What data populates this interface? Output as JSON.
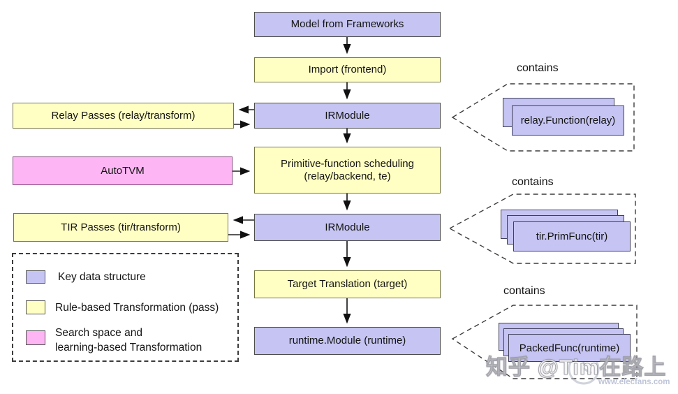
{
  "colors": {
    "key_data_structure": "#c5c4f2",
    "rule_based_pass": "#ffffc3",
    "search_based": "#fdb6f3",
    "arrow": "#111111",
    "dashed_outline": "#3c3c3c"
  },
  "flow": {
    "model": "Model from Frameworks",
    "import": "Import (frontend)",
    "irmodule1": "IRModule",
    "sched_line1": "Primitive-function scheduling",
    "sched_line2": "(relay/backend, te)",
    "irmodule2": "IRModule",
    "target": "Target Translation (target)",
    "runtime": "runtime.Module (runtime)"
  },
  "side": {
    "relay_passes": "Relay Passes (relay/transform)",
    "autotvm": "AutoTVM",
    "tir_passes": "TIR Passes (tir/transform)"
  },
  "legend": {
    "key_data": "Key data structure",
    "rule_pass": "Rule-based Transformation (pass)",
    "search_line1": "Search space and",
    "search_line2": "learning-based Transformation"
  },
  "callouts": {
    "contains1": "contains",
    "contains2": "contains",
    "contains3": "contains",
    "relay_fn": "relay.Function(relay)",
    "tir_fn": "tir.PrimFunc(tir)",
    "packed_fn": "PackedFunc(runtime)"
  },
  "watermark": {
    "zhihu": "知乎 @Tim在路上",
    "site": "www.elecfans.com"
  }
}
